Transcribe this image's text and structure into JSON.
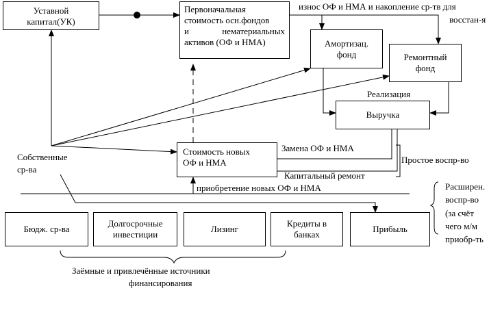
{
  "boxes": {
    "uk": [
      "Уставной",
      "капитал(УК)"
    ],
    "initial_cost": [
      "Первоначальная",
      "стоимость осн.фондов",
      "и нематериальных",
      "активов (ОФ и НМА)"
    ],
    "amort_fund": [
      "Амортизац.",
      "фонд"
    ],
    "repair_fund": [
      "Ремонтный",
      "фонд"
    ],
    "revenue": "Выручка",
    "new_assets_cost": [
      "Стоимость новых",
      "ОФ и НМА"
    ],
    "budget_funds": "Бюдж. ср-ва",
    "long_term_invest": [
      "Долгосрочные",
      "инвестиции"
    ],
    "leasing": "Лизинг",
    "bank_credits": [
      "Кредиты в",
      "банках"
    ],
    "profit": "Прибыль"
  },
  "labels": {
    "wear_accumulation": [
      "износ ОФ и НМА и накопление ср-тв для",
      "восстан-я"
    ],
    "realization": "Реализация",
    "own_funds": [
      "Собственные",
      "ср-ва"
    ],
    "replacement": "Замена ОФ и НМА",
    "capital_repair": "Капитальный ремонт",
    "simple_reproduction": "Простое воспр-во",
    "purchase_new": "приобретение новых ОФ и НМА",
    "extended_reproduction": [
      "Расширен.",
      "воспр-во",
      "(за счёт",
      "чего м/м",
      "приобр-ть"
    ],
    "borrowed_sources": [
      "Заёмные и привлечённые источники",
      "финансирования"
    ]
  }
}
